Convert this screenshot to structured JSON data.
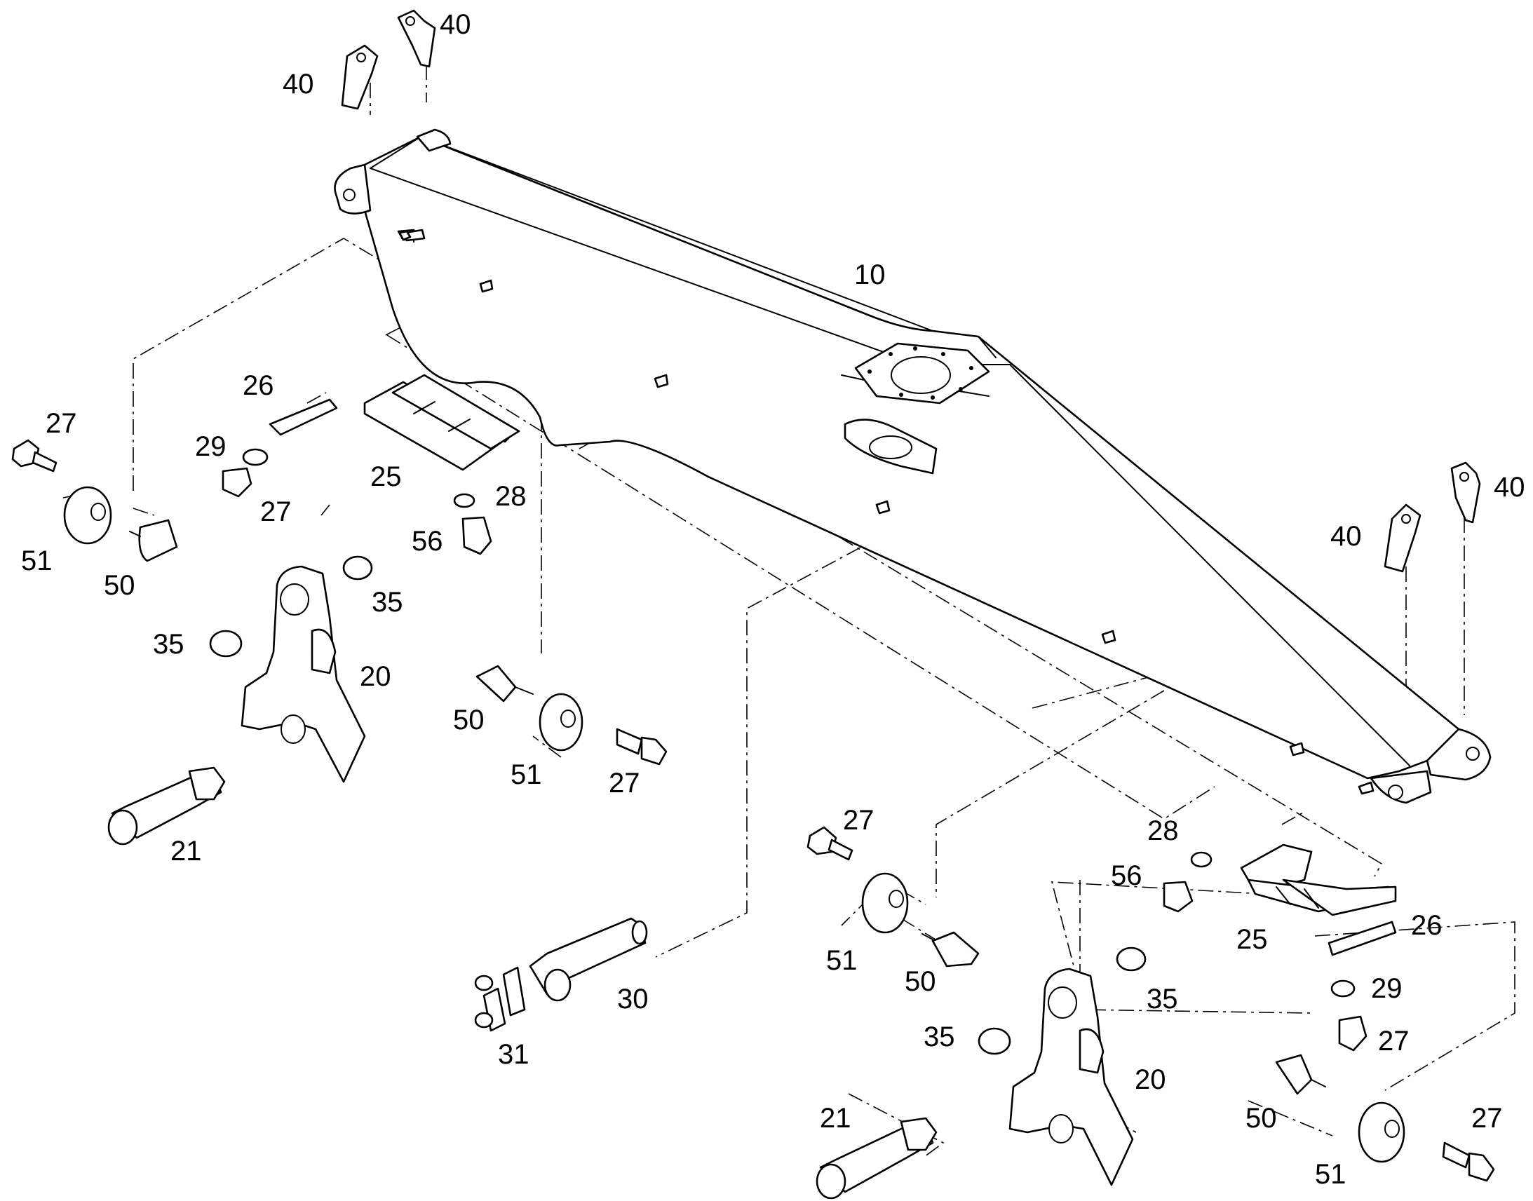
{
  "diagram": {
    "callouts": [
      {
        "id": "c40a",
        "text": "40"
      },
      {
        "id": "c40b",
        "text": "40"
      },
      {
        "id": "c10",
        "text": "10"
      },
      {
        "id": "c27a",
        "text": "27"
      },
      {
        "id": "c26a",
        "text": "26"
      },
      {
        "id": "c29a",
        "text": "29"
      },
      {
        "id": "c25a",
        "text": "25"
      },
      {
        "id": "c27b",
        "text": "27"
      },
      {
        "id": "c28a",
        "text": "28"
      },
      {
        "id": "c56a",
        "text": "56"
      },
      {
        "id": "c51a",
        "text": "51"
      },
      {
        "id": "c50a",
        "text": "50"
      },
      {
        "id": "c35a",
        "text": "35"
      },
      {
        "id": "c35b",
        "text": "35"
      },
      {
        "id": "c20a",
        "text": "20"
      },
      {
        "id": "c50b",
        "text": "50"
      },
      {
        "id": "c51b",
        "text": "51"
      },
      {
        "id": "c27c",
        "text": "27"
      },
      {
        "id": "c21a",
        "text": "21"
      },
      {
        "id": "c40c",
        "text": "40"
      },
      {
        "id": "c40d",
        "text": "40"
      },
      {
        "id": "c27d",
        "text": "27"
      },
      {
        "id": "c28b",
        "text": "28"
      },
      {
        "id": "c56b",
        "text": "56"
      },
      {
        "id": "c51c",
        "text": "51"
      },
      {
        "id": "c50c",
        "text": "50"
      },
      {
        "id": "c25b",
        "text": "25"
      },
      {
        "id": "c26b",
        "text": "26"
      },
      {
        "id": "c29b",
        "text": "29"
      },
      {
        "id": "c27e",
        "text": "27"
      },
      {
        "id": "c35c",
        "text": "35"
      },
      {
        "id": "c35d",
        "text": "35"
      },
      {
        "id": "c20b",
        "text": "20"
      },
      {
        "id": "c30",
        "text": "30"
      },
      {
        "id": "c31",
        "text": "31"
      },
      {
        "id": "c21b",
        "text": "21"
      },
      {
        "id": "c50d",
        "text": "50"
      },
      {
        "id": "c27f",
        "text": "27"
      },
      {
        "id": "c51d",
        "text": "51"
      }
    ]
  }
}
